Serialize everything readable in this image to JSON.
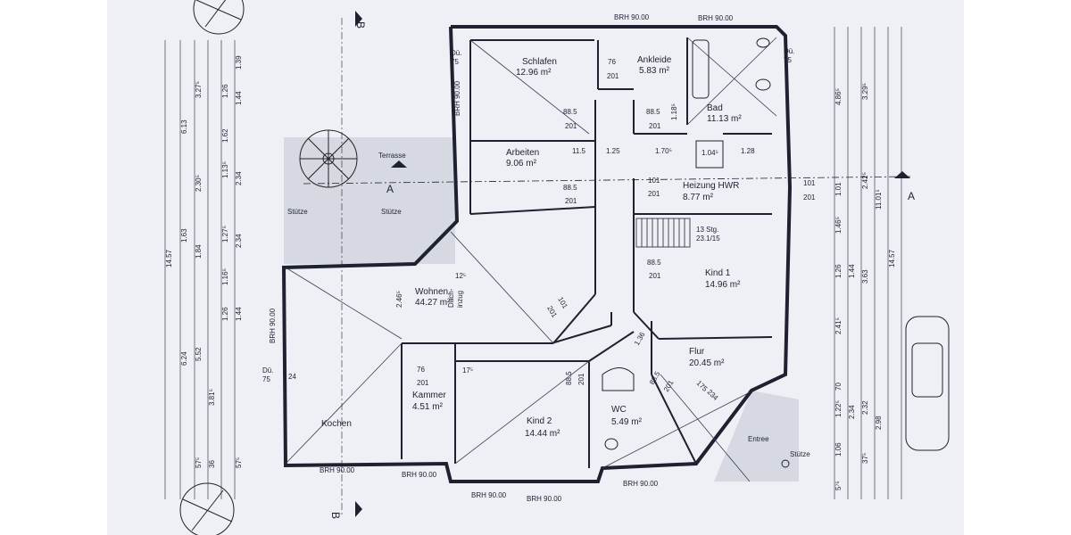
{
  "rooms": {
    "schlafen": {
      "name": "Schlafen",
      "area": "12.96 m²"
    },
    "ankleide": {
      "name": "Ankleide",
      "area": "5.83 m²"
    },
    "bad": {
      "name": "Bad",
      "area": "11.13 m²"
    },
    "arbeiten": {
      "name": "Arbeiten",
      "area": "9.06 m²"
    },
    "heizung": {
      "name": "Heizung HWR",
      "area": "8.77 m²"
    },
    "wohnen": {
      "name": "Wohnen",
      "area": "44.27 m²"
    },
    "kind1": {
      "name": "Kind 1",
      "area": "14.96 m²"
    },
    "flur": {
      "name": "Flur",
      "area": "20.45 m²"
    },
    "kammer": {
      "name": "Kammer",
      "area": "4.51 m²"
    },
    "kind2": {
      "name": "Kind 2",
      "area": "14.44 m²"
    },
    "wc": {
      "name": "WC",
      "area": "5.49 m²"
    },
    "kochen": {
      "name": "Kochen"
    },
    "entree": {
      "name": "Entree"
    },
    "terrasse": {
      "name": "Terrasse"
    }
  },
  "labels": {
    "brh": "BRH 90.00",
    "stuetze": "Stütze",
    "stairs": "13 Stg.",
    "stairs_ratio": "23.1/15",
    "dachinzug": "Dach-",
    "dachinzug2": "inzug",
    "section_a": "A",
    "section_b": "B",
    "du": "Dü.",
    "du75": "75"
  },
  "doors": {
    "d885": "88.5",
    "d201": "201",
    "d101": "101",
    "d76": "76",
    "d136": "1.36",
    "d175": "175",
    "d234": "234"
  },
  "dims_left_outer": [
    "14.57"
  ],
  "dims_left_mid": [
    "6.13",
    "1.63",
    "6.24"
  ],
  "dims_left_inner": [
    "3.27⁵",
    "2.30⁵",
    "1.84",
    "5.52",
    "3.81⁵"
  ],
  "dims_left_col4": [
    "1.26",
    "1.62",
    "1.13⁵",
    "1.27⁵",
    "1.16⁵",
    "1.26",
    "36",
    "57⁵"
  ],
  "dims_left_col5": [
    "1.39",
    "1.44",
    "2.34",
    "2.34",
    "1.44",
    "57⁵"
  ],
  "dims_right_outer": [
    "14.57"
  ],
  "dims_right_mid": [
    "11.01⁵",
    "3.63",
    "2.98"
  ],
  "dims_right_inner": [
    "4.86⁵",
    "1.01",
    "1.46⁵",
    "1.26",
    "2.41⁵",
    "70",
    "1.22⁵",
    "1.06",
    "5⁷⁵"
  ],
  "dims_right_col4": [
    "3.29⁵",
    "2.42⁵",
    "1.44",
    "2.34",
    "2.32",
    "37⁵"
  ],
  "dims_interior": [
    "11.5",
    "1.25",
    "1.70⁵",
    "1.04⁵",
    "1.28",
    "1.18⁵",
    "2.46⁵",
    "12⁵",
    "17⁵",
    "24"
  ]
}
